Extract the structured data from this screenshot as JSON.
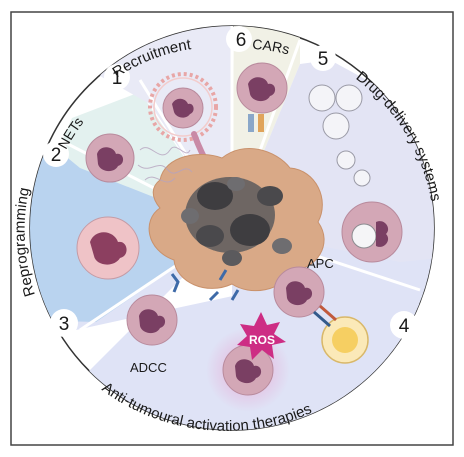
{
  "numbers": {
    "n1": "1",
    "n2": "2",
    "n3": "3",
    "n4": "4",
    "n5": "5",
    "n6": "6"
  },
  "sectors": {
    "recruitment": "Recruitment",
    "cars": "CARs",
    "nets": "NETs",
    "reprogramming": "Reprogramming",
    "drug_delivery": "Drug-delivery systems",
    "anti_tumoural": "Anti-tumoural activation therapies"
  },
  "labels": {
    "apc": "APC",
    "adcc": "ADCC",
    "ros": "ROS"
  },
  "colors": {
    "recruitment_bg": "#e9eaf6",
    "cars_bg": "#f1f1e6",
    "nets_bg": "#e3f1ef",
    "reprogramming_bg": "#b9d3ef",
    "drug_delivery_bg": "#e3e4f4",
    "activation_bg": "#dfe3f6",
    "tumour": "#d9a987",
    "tumour_dark": "#3e3d40",
    "neutrophil": "#d3a7b6",
    "nucleus": "#7a3f63",
    "ros": "#cd2d84"
  }
}
